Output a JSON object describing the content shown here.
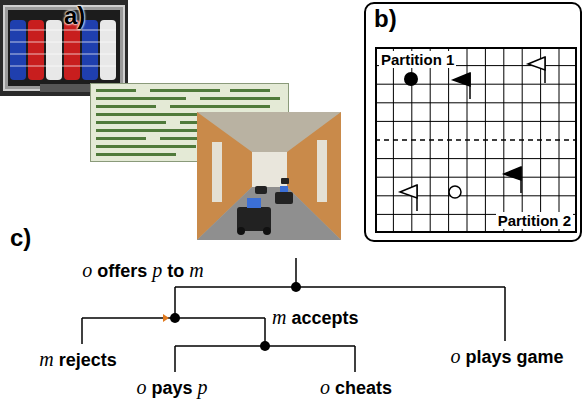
{
  "diagram": {
    "nodes": [
      {
        "text": [
          "b)"
        ]
      },
      {
        "text": [
          "Partition 1",
          "Partition 2"
        ],
        "in": 0
      }
    ],
    "labels": [
      "a)",
      "c)",
      "o offers p to m",
      "m accepts",
      "m rejects",
      "o plays game",
      "o pays p",
      "o cheats"
    ]
  }
}
